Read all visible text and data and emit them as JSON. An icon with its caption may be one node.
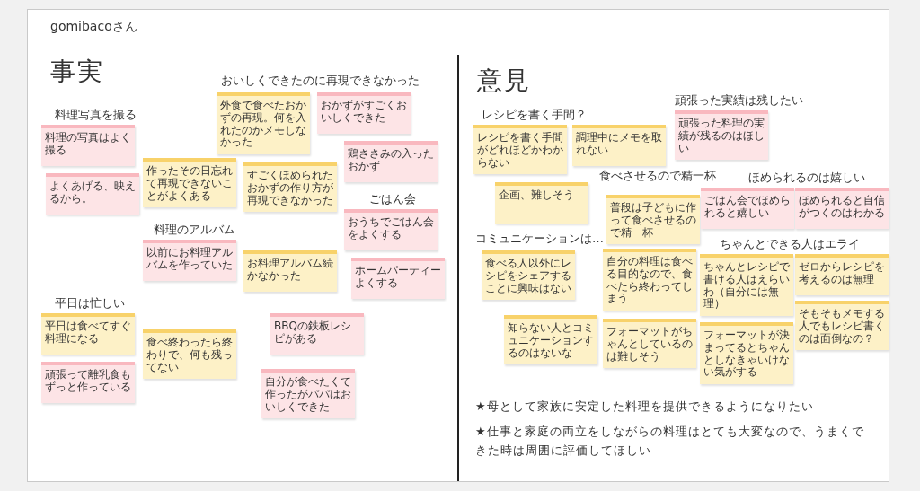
{
  "diagram": {
    "nodes": [
      {
        "text": [
          "料理の写真はよく撮る"
        ]
      },
      {
        "text": [
          "よくあげる、映えるから。"
        ]
      },
      {
        "text": [
          "外食で食べたおかずの再現。何を入れたのかメモしなかった"
        ]
      },
      {
        "text": [
          "おかずがすごくおいしくできた"
        ]
      },
      {
        "text": [
          "作ったその日忘れて再現できないことがよくある"
        ]
      },
      {
        "text": [
          "すごくほめられたおかずの作り方が再現できなかった"
        ]
      },
      {
        "text": [
          "鶏ささみの入ったおかず"
        ]
      },
      {
        "text": [
          "以前にお料理アルバムを作っていた"
        ]
      },
      {
        "text": [
          "お料理アルバム続かなかった"
        ]
      },
      {
        "text": [
          "おうちでごはん会をよくする"
        ]
      },
      {
        "text": [
          "ホームパーティーよくする"
        ]
      },
      {
        "text": [
          "BBQの鉄板レシピがある"
        ]
      },
      {
        "text": [
          "平日は食べてすぐ料理になる"
        ]
      },
      {
        "text": [
          "食べ終わったら終わりで、何も残ってない"
        ]
      },
      {
        "text": [
          "頑張って離乳食もずっと作っている"
        ]
      },
      {
        "text": [
          "自分が食べたくて作ったがパパはおいしくできた"
        ]
      },
      {
        "text": [
          "レシピを書く手間がどれほどかわからない"
        ]
      },
      {
        "text": [
          "調理中にメモを取れない"
        ]
      },
      {
        "text": [
          "企画、難しそう"
        ]
      },
      {
        "text": [
          "頑張った料理の実績が残るのはほしい"
        ]
      },
      {
        "text": [
          "普段は子どもに作って食べさせるので精一杯"
        ]
      },
      {
        "text": [
          "自分の料理は食べる目的なので、食べたら終わってしまう"
        ]
      },
      {
        "text": [
          "ごはん会でほめられると嬉しい"
        ]
      },
      {
        "text": [
          "ほめられると自信がつくのはわかる"
        ]
      },
      {
        "text": [
          "食べる人以外にレシピをシェアすることに興味はない"
        ]
      },
      {
        "text": [
          "知らない人とコミュニケーションするのはないな"
        ]
      },
      {
        "text": [
          "ゼロからレシピを考えるのは無理"
        ]
      },
      {
        "text": [
          "ちゃんとレシピで書ける人はえらいわ（自分には無理）"
        ]
      },
      {
        "text": [
          "フォーマットが決まってるとちゃんとしなきゃいけない気がする"
        ]
      },
      {
        "text": [
          "フォーマットがちゃんとしているのは難しそう"
        ]
      },
      {
        "text": [
          "そもそもメモする人でもレシピ書くのは面倒なの？"
        ]
      }
    ],
    "labels": [
      "gomibacoさん",
      "事実",
      "意見",
      "おいしくできたのに再現できなかった",
      "料理写真を撮る",
      "料理のアルバム",
      "ごはん会",
      "平日は忙しい",
      "レシピを書く手間？",
      "頑張った実績は残したい",
      "食べさせるので精一杯",
      "ほめられるのは嬉しい",
      "コミュニケーションは…",
      "ちゃんとできる人はエライ",
      "★母として家族に安定した料理を提供できるようになりたい",
      "★仕事と家庭の両立をしながらの料理はとても大変なので、うまくできた時は周囲に評価してほしい"
    ]
  }
}
